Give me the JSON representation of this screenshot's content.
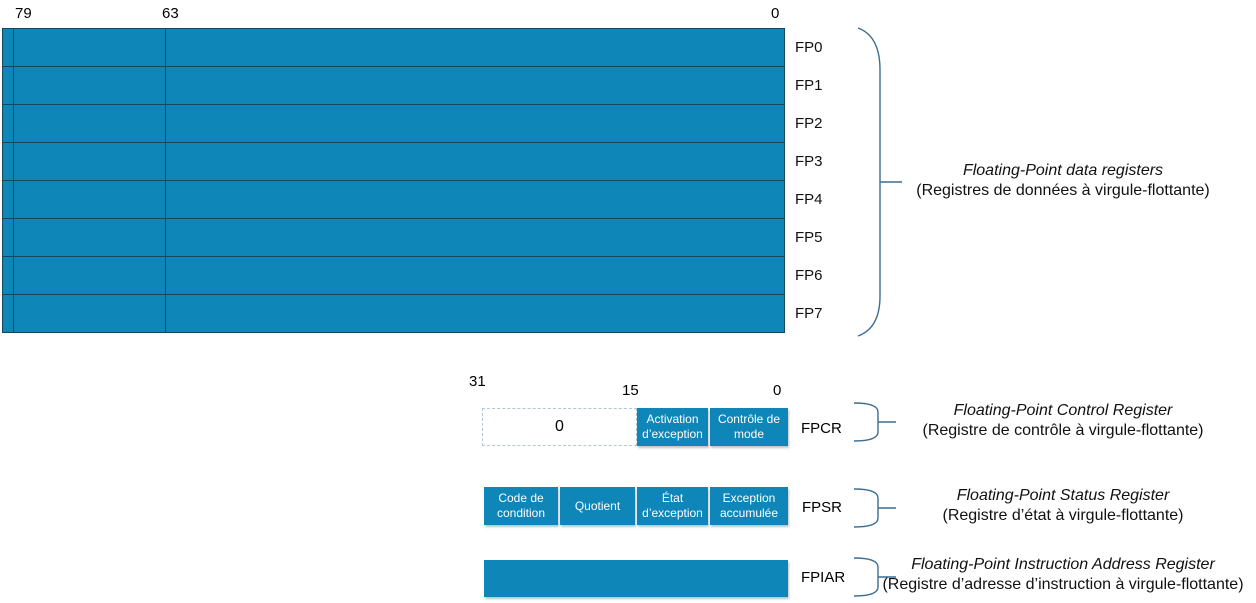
{
  "colors": {
    "box_fill": "#0e86b8",
    "box_border": "#17465f",
    "brace_line": "#3d6d92",
    "dashed_border": "#b4c6ce",
    "cell_text": "#ffffff",
    "text": "#000000"
  },
  "fp": {
    "bits": {
      "b79": "79",
      "b63": "63",
      "b0": "0"
    },
    "registers": [
      "FP0",
      "FP1",
      "FP2",
      "FP3",
      "FP4",
      "FP5",
      "FP6",
      "FP7"
    ],
    "caption_en": "Floating-Point data registers",
    "caption_fr": "(Registres de données à virgule-flottante)"
  },
  "fpcr": {
    "bits": {
      "b31": "31",
      "b15": "15",
      "b0": "0"
    },
    "reserved": "0",
    "cells": [
      [
        "Activation",
        "d’exception"
      ],
      [
        "Contrôle de",
        "mode"
      ]
    ],
    "label": "FPCR",
    "caption_en": "Floating-Point Control Register",
    "caption_fr": "(Registre de contrôle à virgule-flottante)"
  },
  "fpsr": {
    "cells": [
      [
        "Code de",
        "condition"
      ],
      [
        "Quotient",
        ""
      ],
      [
        "État",
        "d’exception"
      ],
      [
        "Exception",
        "accumulée"
      ]
    ],
    "label": "FPSR",
    "caption_en": "Floating-Point Status Register",
    "caption_fr": "(Registre d’état à virgule-flottante)"
  },
  "fpiar": {
    "label": "FPIAR",
    "caption_en": "Floating-Point Instruction Address Register",
    "caption_fr": "(Registre d’adresse d’instruction à virgule-flottante)"
  }
}
